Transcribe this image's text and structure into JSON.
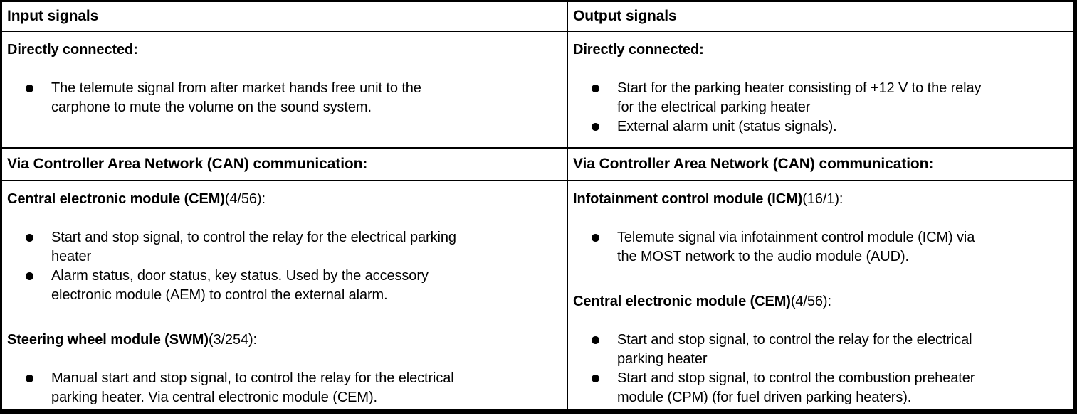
{
  "colors": {
    "border": "#000000",
    "text": "#000000",
    "background": "#ffffff"
  },
  "table": {
    "header": {
      "input": "Input signals",
      "output": "Output signals"
    },
    "input_column": {
      "directly_connected": {
        "heading": "Directly connected:",
        "bullets": [
          "The telemute signal from after market hands free unit to the\ncarphone to mute the volume on the sound system."
        ]
      },
      "can_heading": "Via Controller Area Network (CAN) communication:",
      "can_sections": [
        {
          "module": "Central electronic module (CEM)",
          "ref": "(4/56):",
          "bullets": [
            "Start and stop signal, to control the relay for the electrical parking\nheater",
            "Alarm status, door status, key status. Used by the accessory\nelectronic module (AEM) to control the external alarm."
          ]
        },
        {
          "module": "Steering wheel module (SWM)",
          "ref": "(3/254):",
          "bullets": [
            "Manual start and stop signal, to control the relay for the electrical\nparking heater. Via central electronic module (CEM)."
          ]
        }
      ]
    },
    "output_column": {
      "directly_connected": {
        "heading": "Directly connected:",
        "bullets": [
          "Start for the parking heater consisting of +12 V to the relay\nfor the electrical parking heater",
          "External alarm unit (status signals)."
        ]
      },
      "can_heading": "Via Controller Area Network (CAN) communication:",
      "can_sections": [
        {
          "module": "Infotainment control module (ICM)",
          "ref": "(16/1):",
          "bullets": [
            "Telemute signal via infotainment control module (ICM) via\nthe MOST network to the audio module (AUD)."
          ]
        },
        {
          "module": "Central electronic module (CEM)",
          "ref": "(4/56):",
          "bullets": [
            "Start and stop signal, to control the relay for the electrical\nparking heater",
            "Start and stop signal, to control the combustion preheater\nmodule (CPM) (for fuel driven parking heaters)."
          ]
        }
      ]
    }
  }
}
